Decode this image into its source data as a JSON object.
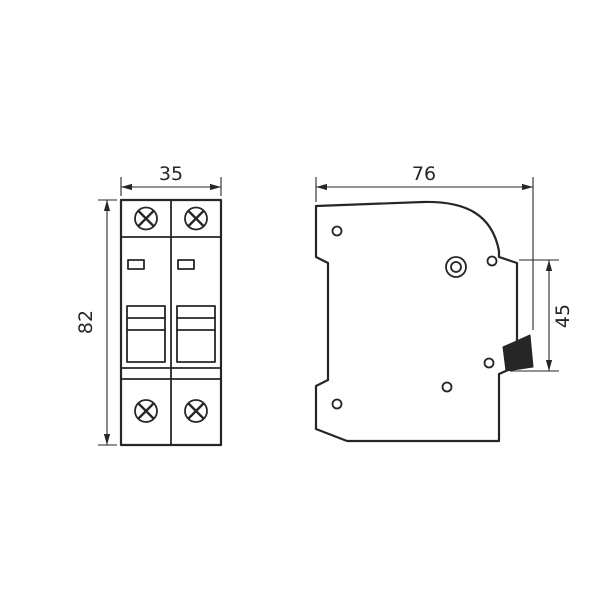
{
  "drawing": {
    "views": {
      "front": {
        "width_dimension": "35",
        "height_dimension": "82"
      },
      "side": {
        "width_dimension": "76",
        "front_section_dimension": "45"
      }
    },
    "line_color": "#262626",
    "background_color": "#ffffff"
  }
}
